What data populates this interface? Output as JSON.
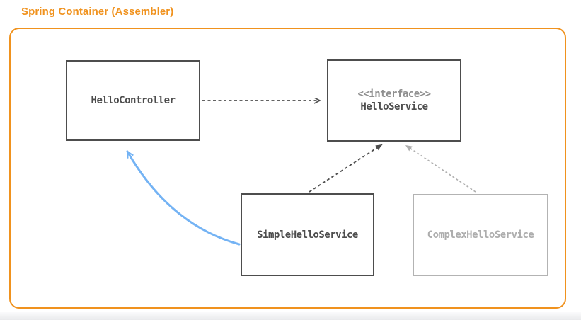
{
  "title": "Spring Container (Assembler)",
  "colors": {
    "orange": "#F0921E",
    "dark": "#4D4D4D",
    "light_gray": "#AEAEAE",
    "light_border": "#B3B3B3",
    "blue": "#74B3F4",
    "box_fill": "#FFFFFF"
  },
  "nodes": {
    "hello_controller": {
      "label": "HelloController"
    },
    "hello_service": {
      "stereotype": "<<interface>>",
      "label": "HelloService"
    },
    "simple_hello_service": {
      "label": "SimpleHelloService"
    },
    "complex_hello_service": {
      "label": "ComplexHelloService"
    }
  },
  "edges": [
    {
      "from": "HelloController",
      "to": "HelloService",
      "type": "dependency",
      "style": "dashed",
      "color": "#4D4D4D"
    },
    {
      "from": "SimpleHelloService",
      "to": "HelloService",
      "type": "realization",
      "style": "dashed",
      "color": "#4D4D4D"
    },
    {
      "from": "ComplexHelloService",
      "to": "HelloService",
      "type": "realization",
      "style": "dashed",
      "color": "#AEAEAE"
    },
    {
      "from": "SimpleHelloService",
      "to": "HelloController",
      "type": "injection",
      "style": "solid-curved",
      "color": "#74B3F4"
    }
  ]
}
